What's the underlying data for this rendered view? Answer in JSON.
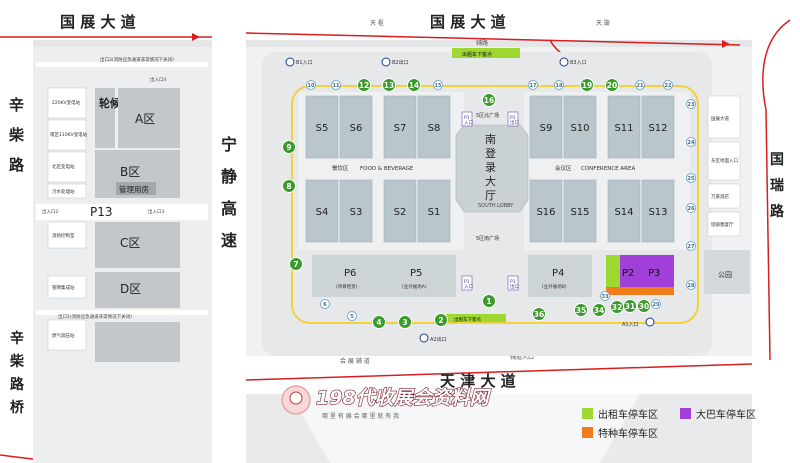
{
  "roads": {
    "top": "国 展 大 道",
    "top_right": "国 展 大 道",
    "left": [
      "辛",
      "柴",
      "路"
    ],
    "left_bridge": [
      "辛",
      "柴",
      "路",
      "桥"
    ],
    "center_highway": [
      "宁",
      "静",
      "高",
      "速"
    ],
    "right": [
      "国",
      "瑞",
      "路"
    ],
    "bottom": "天 津 大 道",
    "tianshu": "天 枢",
    "tianxuan": "天 璇",
    "ramp_top": "辅路",
    "ramp_bottom": "辅道入口",
    "ramp_bottom_left": "会 展 辅 道",
    "right_small": "国瑞"
  },
  "left_block": {
    "top_note": "出口3(消防应急通道非常情况下关闭)",
    "entry4": "出入口4",
    "entry2": "出入口2",
    "entry3": "出入口3",
    "bottom_note": "出口1(消防应急通道非常情况下关闭)",
    "district_label": "轮候区",
    "zone_a": "A区",
    "zone_b": "B区",
    "zone_c": "C区",
    "zone_d": "D区",
    "p13": "P13",
    "admin": "管理用房",
    "small_boxes": [
      "220KV变电站",
      "南区110KV变电站",
      "北区变电站",
      "污水处理站",
      "消防控制室",
      "管网集成站",
      "燃气调压站"
    ]
  },
  "halls": {
    "north": [
      "S5",
      "S6",
      "S7",
      "S8",
      "S9",
      "S10",
      "S11",
      "S12"
    ],
    "south": [
      "S4",
      "S3",
      "S2",
      "S1",
      "S16",
      "S15",
      "S14",
      "S13"
    ],
    "p6": "P6",
    "p6_sub": "(项目租赁)",
    "p5": "P5",
    "p5_sub": "(业外展场A)",
    "p4": "P4",
    "p4_sub": "(业外展场B)",
    "p2": "P2",
    "p3": "P3",
    "public": "公园",
    "lobby": [
      "南",
      "登",
      "录",
      "大",
      "厅"
    ],
    "lobby_en": "SOUTH LOBBY",
    "north_plaza": "5区北广场",
    "south_plaza": "5区南广场",
    "food_cn": "餐饮区",
    "food_en": "FOOD & BEVERAGE",
    "conf_cn": "会议区",
    "conf_en": "CONFERENCE AREA",
    "right_boxes": [
      "国展大道",
      "东区地面入口",
      "万豪酒店",
      "瑞丽塞宴厅"
    ]
  },
  "gates": {
    "b1": "B1入口",
    "b2": "B2出口",
    "b3": "B3入口",
    "a1": "A1入口",
    "a2": "A2出口",
    "top_bus": "出租车下客点",
    "bottom_bus": "出租车下客点",
    "p1": "P1",
    "p1_sub": "入口",
    "p1b_sub": "出口"
  },
  "numbers": [
    "1",
    "2",
    "3",
    "4",
    "5",
    "6",
    "7",
    "8",
    "9",
    "10",
    "11",
    "12",
    "13",
    "14",
    "15",
    "16",
    "17",
    "18",
    "19",
    "20",
    "21",
    "22",
    "23",
    "24",
    "25",
    "26",
    "27",
    "28",
    "29",
    "30",
    "31",
    "32",
    "33",
    "34",
    "35",
    "36"
  ],
  "watermark": {
    "title": "198代收展会资料网",
    "subtitle": "哪 里 有 展 会   哪 里 就 有 我"
  },
  "legend": {
    "taxi": "出租车停车区",
    "bus": "大巴车停车区",
    "special": "特种车停车区",
    "taxi_color": "#9fd832",
    "bus_color": "#a040d8",
    "special_color": "#f07c1c"
  },
  "colors": {
    "road_red": "#d81e1e",
    "hall": "#b9c7cd",
    "green_marker": "#3a9a2a",
    "blue_marker": "#7aa9cc"
  }
}
